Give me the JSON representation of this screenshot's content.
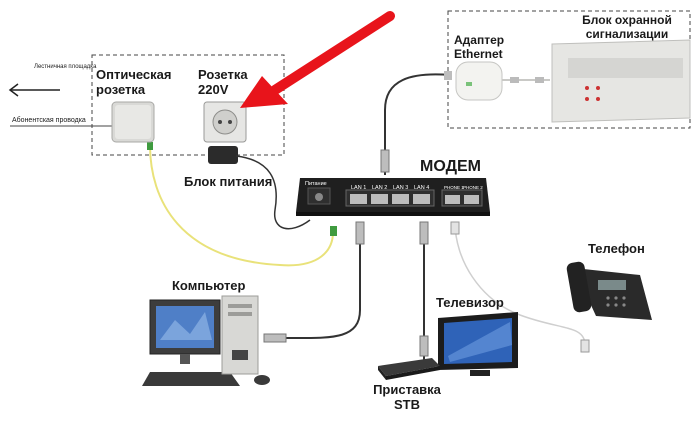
{
  "labels": {
    "stairwell": "Лестничная площадка",
    "subscriber_wire": "Абонентская проводка",
    "optical_socket": "Оптическая розетка",
    "power_socket": "Розетка 220V",
    "power_supply": "Блок питания",
    "ethernet_adapter": "Адаптер Ethernet",
    "alarm_unit": "Блок охранной сигнализации",
    "modem": "МОДЕМ",
    "modem_power": "Питание",
    "lan1": "LAN 1",
    "lan2": "LAN 2",
    "lan3": "LAN 3",
    "lan4": "LAN 4",
    "phone1": "PHONE 1",
    "phone2": "PHONE 2",
    "computer": "Компьютер",
    "tv": "Телевизор",
    "stb": "Приставка STB",
    "phone": "Телефон"
  },
  "colors": {
    "arrow": "#e8141b",
    "optical_cable": "#e9e27a",
    "patch_cord": "#333333",
    "phone_cord": "#cfcfcf",
    "dashed_box": "#444444"
  }
}
